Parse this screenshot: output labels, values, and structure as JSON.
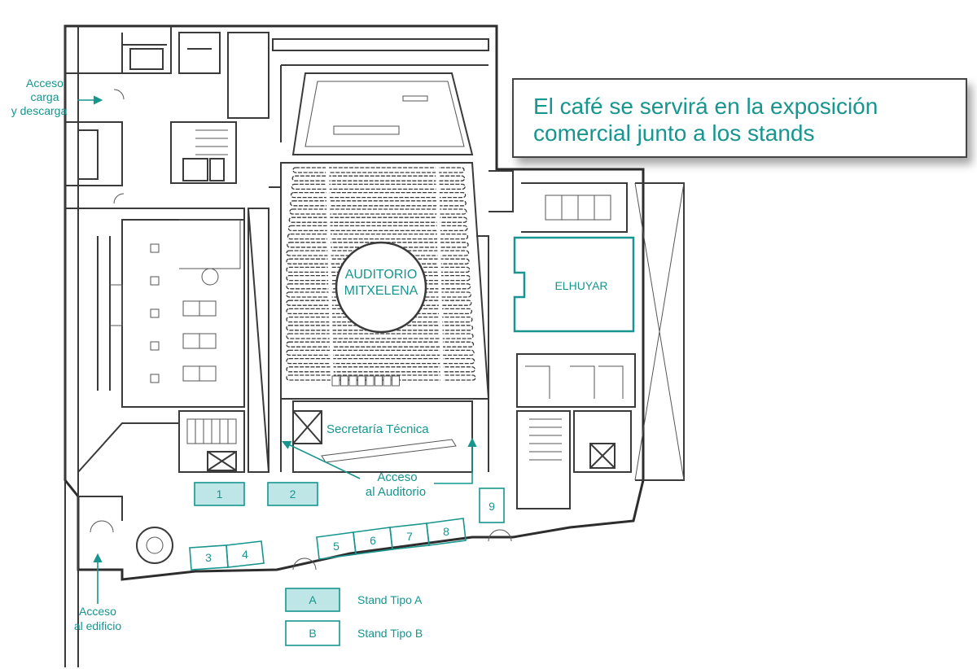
{
  "notice": {
    "line1": "El café se servirá en la exposición",
    "line2": "comercial junto a los stands"
  },
  "labels": {
    "acceso_carga": [
      "Acceso",
      "carga",
      "y descarga"
    ],
    "acceso_edificio": [
      "Acceso",
      "al edificio"
    ],
    "acceso_auditorio": [
      "Acceso",
      "al Auditorio"
    ],
    "auditorio": [
      "AUDITORIO",
      "MITXELENA"
    ],
    "elhuyar": "ELHUYAR",
    "secretaria": "Secretaría Técnica"
  },
  "stands": [
    {
      "num": "1",
      "type": "A"
    },
    {
      "num": "2",
      "type": "A"
    },
    {
      "num": "3",
      "type": "B"
    },
    {
      "num": "4",
      "type": "B"
    },
    {
      "num": "5",
      "type": "B"
    },
    {
      "num": "6",
      "type": "B"
    },
    {
      "num": "7",
      "type": "B"
    },
    {
      "num": "8",
      "type": "B"
    },
    {
      "num": "9",
      "type": "B"
    }
  ],
  "legend": [
    {
      "key": "A",
      "label": "Stand Tipo A",
      "fill": "#bfe6e6"
    },
    {
      "key": "B",
      "label": "Stand Tipo B",
      "fill": "#ffffff"
    }
  ],
  "colors": {
    "accent": "#17958f",
    "stand_a_fill": "#bfe6e6",
    "walls": "#3a3a3a"
  }
}
